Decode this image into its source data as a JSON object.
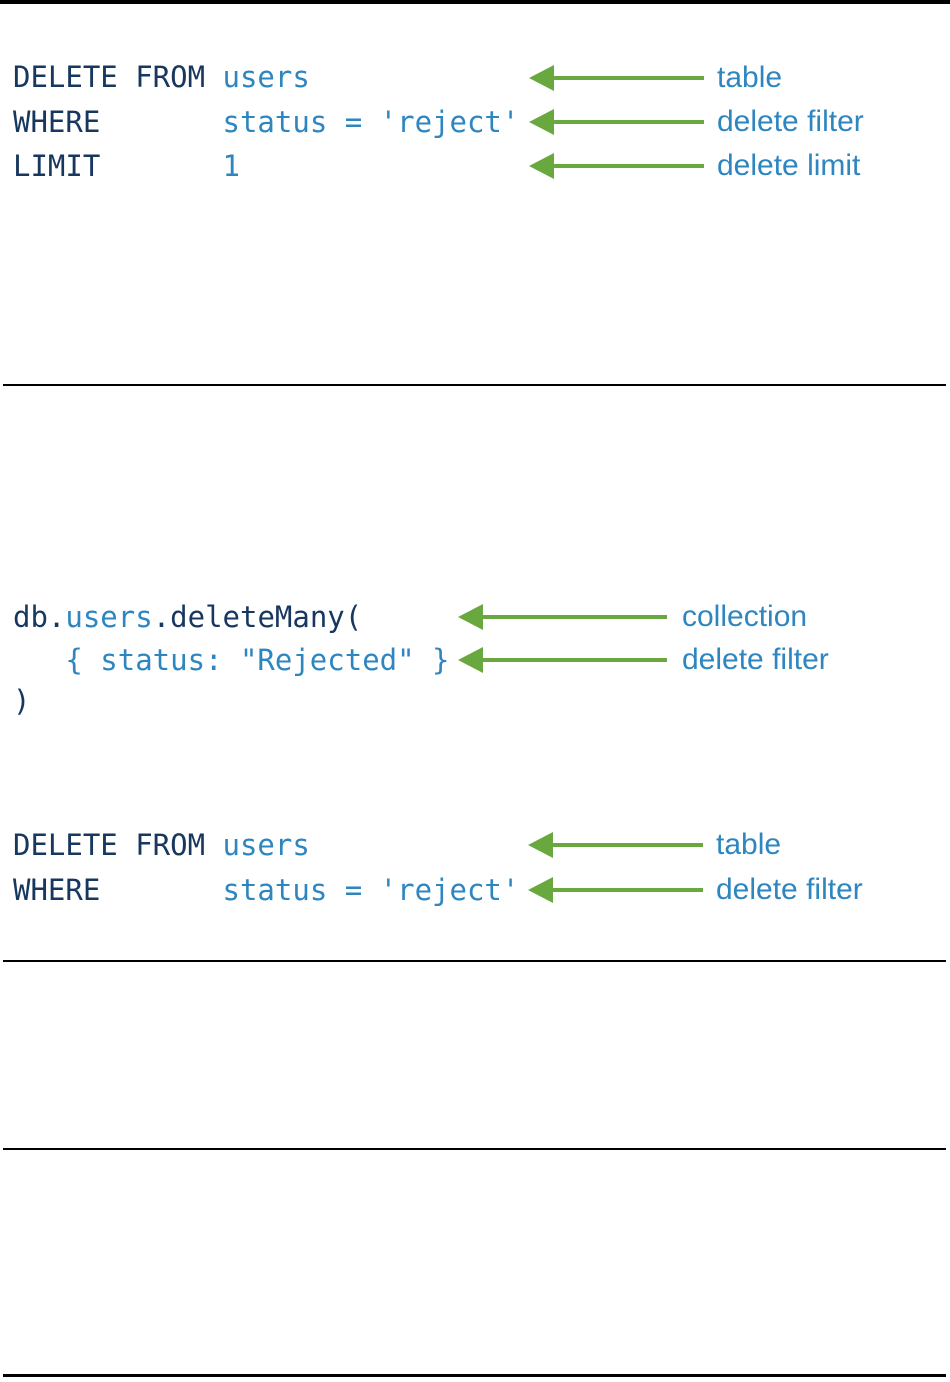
{
  "colors": {
    "keyword_dark": "#17375e",
    "code_blue": "#2e86c1",
    "label_blue": "#2e86c1",
    "arrow_green": "#69a83e",
    "rule_black": "#000000"
  },
  "sql_delete_limit": {
    "lines": [
      {
        "keyword": "DELETE FROM ",
        "value": "users"
      },
      {
        "keyword": "WHERE       ",
        "value": "status = 'reject'"
      },
      {
        "keyword": "LIMIT       ",
        "value": "1"
      }
    ],
    "annotations": [
      {
        "label": "table"
      },
      {
        "label": "delete filter"
      },
      {
        "label": "delete limit"
      }
    ]
  },
  "mongo_delete_many": {
    "line1": {
      "obj": "db",
      "dot1": ".",
      "collection": "users",
      "dot2": ".",
      "method": "deleteMany("
    },
    "line2": "   { status: \"Rejected\" }",
    "line3": ")",
    "annotations": [
      {
        "label": "collection"
      },
      {
        "label": "delete filter"
      }
    ]
  },
  "sql_delete_all": {
    "lines": [
      {
        "keyword": "DELETE FROM ",
        "value": "users"
      },
      {
        "keyword": "WHERE       ",
        "value": "status = 'reject'"
      }
    ],
    "annotations": [
      {
        "label": "table"
      },
      {
        "label": "delete filter"
      }
    ]
  }
}
